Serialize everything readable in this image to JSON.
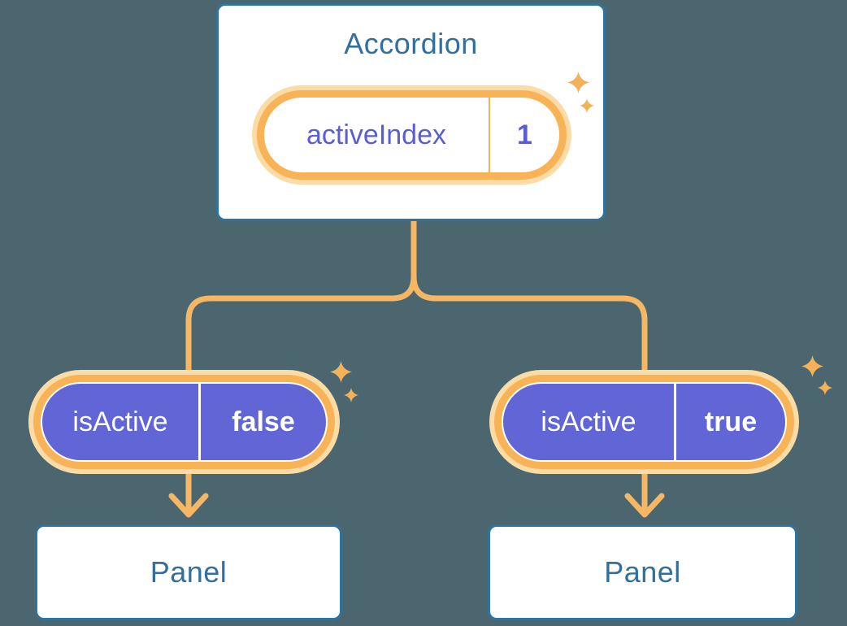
{
  "diagram": {
    "root": {
      "title": "Accordion",
      "state": {
        "name": "activeIndex",
        "value": "1"
      }
    },
    "children": [
      {
        "prop": {
          "name": "isActive",
          "value": "false"
        },
        "panel": {
          "label": "Panel"
        }
      },
      {
        "prop": {
          "name": "isActive",
          "value": "true"
        },
        "panel": {
          "label": "Panel"
        }
      }
    ]
  },
  "colors": {
    "background": "#4C6670",
    "card_fill": "#FFFFFF",
    "card_border": "#2F739F",
    "heading_text": "#336F9C",
    "prop_text_purple": "#5B5ED1",
    "pill_ring_orange": "#F8B357",
    "pill_glow_peach": "#FBDCA6",
    "state_fill_purple": "#6165D6",
    "state_text_white": "#FFFFFF",
    "connector_orange": "#F5B763",
    "sparkle_orange": "#F3B159"
  }
}
